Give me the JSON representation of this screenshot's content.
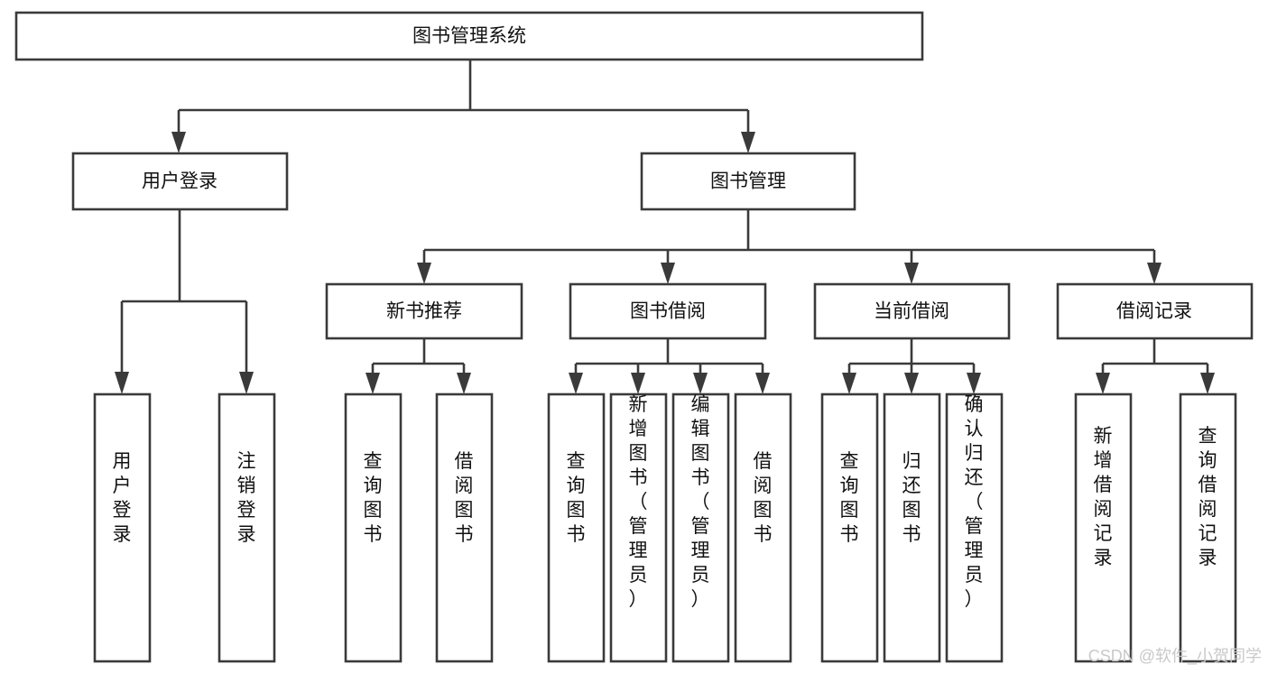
{
  "diagram": {
    "type": "tree-hierarchy-chart",
    "title": "图书管理系统",
    "orientation": "top-down",
    "colors": {
      "box_stroke": "#3a3a3a",
      "box_fill": "#ffffff",
      "line": "#3a3a3a",
      "text": "#111111",
      "watermark": "#c9c9c9",
      "background": "#ffffff"
    },
    "levels": [
      {
        "level": 1,
        "nodes": [
          {
            "id": "root",
            "label": "图书管理系统",
            "orientation": "horizontal"
          }
        ]
      },
      {
        "level": 2,
        "nodes": [
          {
            "id": "login",
            "label": "用户登录",
            "orientation": "horizontal",
            "parent": "root"
          },
          {
            "id": "bookmgmt",
            "label": "图书管理",
            "orientation": "horizontal",
            "parent": "root"
          }
        ]
      },
      {
        "level": 3,
        "nodes": [
          {
            "id": "newbook",
            "label": "新书推荐",
            "orientation": "horizontal",
            "parent": "bookmgmt"
          },
          {
            "id": "borrow",
            "label": "图书借阅",
            "orientation": "horizontal",
            "parent": "bookmgmt"
          },
          {
            "id": "current",
            "label": "当前借阅",
            "orientation": "horizontal",
            "parent": "bookmgmt"
          },
          {
            "id": "records",
            "label": "借阅记录",
            "orientation": "horizontal",
            "parent": "bookmgmt"
          }
        ]
      },
      {
        "level": 4,
        "nodes": [
          {
            "id": "leaf-user-login",
            "label": "用户登录",
            "orientation": "vertical",
            "parent": "login"
          },
          {
            "id": "leaf-user-logout",
            "label": "注销登录",
            "orientation": "vertical",
            "parent": "login"
          },
          {
            "id": "leaf-query-book-1",
            "label": "查询图书",
            "orientation": "vertical",
            "parent": "newbook"
          },
          {
            "id": "leaf-borrow-book-1",
            "label": "借阅图书",
            "orientation": "vertical",
            "parent": "newbook"
          },
          {
            "id": "leaf-query-book-2",
            "label": "查询图书",
            "orientation": "vertical",
            "parent": "borrow"
          },
          {
            "id": "leaf-add-book",
            "label": "新增图书（管理员）",
            "orientation": "vertical",
            "parent": "borrow"
          },
          {
            "id": "leaf-edit-book",
            "label": "编辑图书（管理员）",
            "orientation": "vertical",
            "parent": "borrow"
          },
          {
            "id": "leaf-borrow-book-2",
            "label": "借阅图书",
            "orientation": "vertical",
            "parent": "borrow"
          },
          {
            "id": "leaf-query-book-3",
            "label": "查询图书",
            "orientation": "vertical",
            "parent": "current"
          },
          {
            "id": "leaf-return-book",
            "label": "归还图书",
            "orientation": "vertical",
            "parent": "current"
          },
          {
            "id": "leaf-confirm-return",
            "label": "确认归还（管理员）",
            "orientation": "vertical",
            "parent": "current"
          },
          {
            "id": "leaf-add-record",
            "label": "新增借阅记录",
            "orientation": "vertical",
            "parent": "records"
          },
          {
            "id": "leaf-query-record",
            "label": "查询借阅记录",
            "orientation": "vertical",
            "parent": "records"
          }
        ]
      }
    ]
  },
  "watermark": {
    "text": "CSDN @软件_小贺同学"
  }
}
